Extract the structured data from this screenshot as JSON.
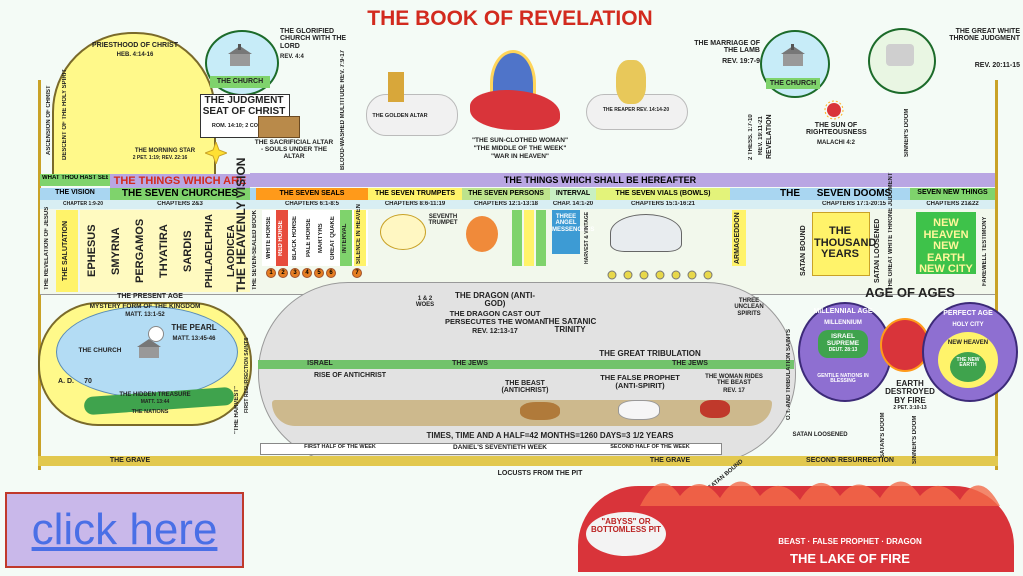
{
  "title": "THE BOOK OF REVELATION",
  "top": {
    "priesthood": "PRIESTHOOD OF CHRIST",
    "priesthood_ref": "HEB. 4:14-16",
    "church_left": "THE CHURCH",
    "glorified": "THE GLORIFIED CHURCH WITH THE LORD",
    "glorified_ref": "REV. 4:4",
    "judgment_seat": "THE JUDGMENT SEAT OF CHRIST",
    "judgment_ref": "ROM. 14:10; 2 COR. 5:10",
    "morning_star": "THE MORNING STAR",
    "morning_star_ref": "2 PET. 1:19; REV. 22:16",
    "sacrificial": "THE SACRIFICIAL ALTAR - SOULS UNDER THE ALTAR",
    "multitude": "BLOOD-WASHED MULTITUDE REV. 7:9-17",
    "golden_altar": "THE GOLDEN ALTAR",
    "sun_woman": "\"THE SUN-CLOTHED WOMAN\"",
    "middle_week": "\"THE MIDDLE OF THE WEEK\"",
    "war_heaven": "\"WAR IN HEAVEN\"",
    "reaper": "THE REAPER REV. 14:14-20",
    "marriage": "THE MARRIAGE OF THE LAMB",
    "marriage_ref": "REV. 19:7-9",
    "church_right": "THE CHURCH",
    "great_throne": "THE GREAT WHITE THRONE JUDGMENT",
    "great_throne_ref": "REV. 20:11-15",
    "sun_righteousness": "THE SUN OF RIGHTEOUSNESS",
    "sun_ref": "MALACHI 4:2",
    "thess": "2 THESS. 1:7-10",
    "rev_ref": "REV. 19:11-21",
    "revelation": "REVELATION",
    "sinners_doom": "SINNER'S DOOM",
    "ascension": "ASCENSION OF CHRIST",
    "descent": "DESCENT OF THE HOLY SPIRIT"
  },
  "band": {
    "what_thou": "WHAT THOU HAST SEEN",
    "things_are": "THE THINGS WHICH ARE",
    "things_hereafter": "THE THINGS WHICH SHALL BE HEREAFTER",
    "the_vision": "THE VISION",
    "seven_churches": "THE SEVEN CHURCHES",
    "heavenly_vision": "THE HEAVENLY VISION",
    "seven_seals": "THE SEVEN SEALS",
    "seven_trumpets": "THE SEVEN TRUMPETS",
    "seven_persons": "THE SEVEN PERSONS",
    "interval": "INTERVAL",
    "seven_vials": "THE SEVEN VIALS (BOWLS)",
    "the": "THE",
    "seven_dooms": "SEVEN DOOMS",
    "seven_new": "SEVEN NEW THINGS",
    "ch1": "CHAPTER 1:9-20",
    "ch23": "CHAPTERS 2&3",
    "ch6": "CHAPTERS 6:1-8:5",
    "ch8": "CHAPTERS 8:6-11:19",
    "ch12": "CHAPTERS 12:1-13:18",
    "ch14": "CHAP. 14:1-20",
    "ch15": "CHAPTERS 15:1-16:21",
    "ch17": "CHAPTERS 17:1-20:15",
    "ch21": "CHAPTERS 21&22"
  },
  "columns": {
    "revelation": "THE REVELATION OF JESUS",
    "salutation": "THE SALUTATION",
    "churches": [
      "EPHESUS",
      "SMYRNA",
      "PERGAMOS",
      "THYATIRA",
      "SARDIS",
      "PHILADELPHIA",
      "LAODICEA"
    ],
    "seven_sealed": "THE SEVEN-SEALED BOOK",
    "horses": [
      "WHITE HORSE",
      "RED HORSE",
      "BLACK HORSE",
      "PALE HORSE",
      "MARTYRS",
      "GREAT QUAKE",
      "INTERVAL",
      "SILENCE IN HEAVEN"
    ],
    "seventh_trumpet": "SEVENTH TRUMPET",
    "three_angel": "THREE ANGEL MESSENGERS",
    "harvest": "HARVEST & VINTAGE",
    "armageddon": "ARMAGEDDON",
    "satan_bound": "SATAN BOUND",
    "thousand": "THE THOUSAND YEARS",
    "satan_loosened": "SATAN LOOSENED",
    "great_white": "THE GREAT WHITE THRONE JUDGMENT",
    "new_heaven": "NEW HEAVEN NEW EARTH NEW CITY",
    "farewell": "FAREWELL TESTIMONY"
  },
  "middle": {
    "present_age": "THE PRESENT AGE",
    "mystery": "MYSTERY FORM OF THE KINGDOM",
    "mystery_ref": "MATT. 13:1-52",
    "pearl": "THE PEARL",
    "pearl_ref": "MATT. 13:45-46",
    "church": "THE CHURCH",
    "ad": "A. D.",
    "ad_year": "70",
    "hidden_treasure": "THE HIDDEN TREASURE",
    "treasure_ref": "MATT. 13:44",
    "nations": "THE NATIONS",
    "israel_left": "ISRAEL",
    "the_jews_mid": "THE JEWS",
    "the_jews_right": "THE JEWS",
    "dragon": "THE DRAGON (ANTI-GOD)",
    "dragon_cast": "THE DRAGON CAST OUT PERSECUTES THE WOMAN",
    "dragon_ref": "REV. 12:13-17",
    "satanic_trinity": "THE SATANIC TRINITY",
    "woes": "1 & 2 WOES",
    "three_unclean": "THREE UNCLEAN SPIRITS",
    "great_tribulation": "THE GREAT TRIBULATION",
    "rise_antichrist": "RISE OF ANTICHRIST",
    "beast": "THE BEAST (ANTICHRIST)",
    "false_prophet": "THE FALSE PROPHET (ANTI-SPIRIT)",
    "woman_rides": "THE WOMAN RIDES THE BEAST",
    "woman_ref": "REV. 17",
    "times": "TIMES, TIME AND A HALF=42 MONTHS=1260 DAYS=3 1/2 YEARS",
    "first_half": "FIRST HALF OF THE WEEK",
    "seventieth": "DANIEL'S SEVENTIETH WEEK",
    "second_half": "SECOND HALF OF THE WEEK",
    "grave_left": "THE GRAVE",
    "grave_right": "THE GRAVE",
    "second_resurrection": "SECOND RESURRECTION",
    "locusts": "LOCUSTS FROM THE PIT",
    "satan_bound": "SATAN BOUND",
    "satan_loosened": "SATAN LOOSENED",
    "harvest_label": "\"THE HARVEST\"",
    "first_resurrection": "FIRST RESURRECTION SAINTS",
    "ot_saints": "O.T. AND TRIBULATION SAINTS",
    "satans_doom": "SATAN'S DOOM",
    "sinners_doom": "SINNER'S DOOM"
  },
  "right": {
    "age_of_ages": "AGE OF AGES",
    "millennial_age": "MILLENNIAL AGE",
    "millennium": "MILLENNIUM",
    "israel_supreme": "ISRAEL SUPREME",
    "deut": "DEUT. 28:13",
    "gentile": "GENTILE NATIONS IN BLESSING",
    "perfect_age": "PERFECT AGE",
    "holy_city": "HOLY CITY",
    "new_heaven": "NEW HEAVEN",
    "new_earth": "THE NEW EARTH",
    "earth_destroyed": "EARTH DESTROYED BY FIRE",
    "earth_ref": "2 PET. 3:10-13"
  },
  "bottom": {
    "abyss": "\"ABYSS\" OR BOTTOMLESS PIT",
    "beast_fp": "BEAST · FALSE PROPHET · DRAGON",
    "lake": "THE LAKE OF FIRE"
  },
  "link": {
    "click_here": "click here"
  },
  "colors": {
    "title_red": "#d22a1e",
    "purple_band": "#b9a6e3",
    "green_band": "#72c36b",
    "gold_line": "#c9a227",
    "fire": "#d9343a",
    "orange": "#ff9a1a",
    "yellow": "#fff36a"
  }
}
